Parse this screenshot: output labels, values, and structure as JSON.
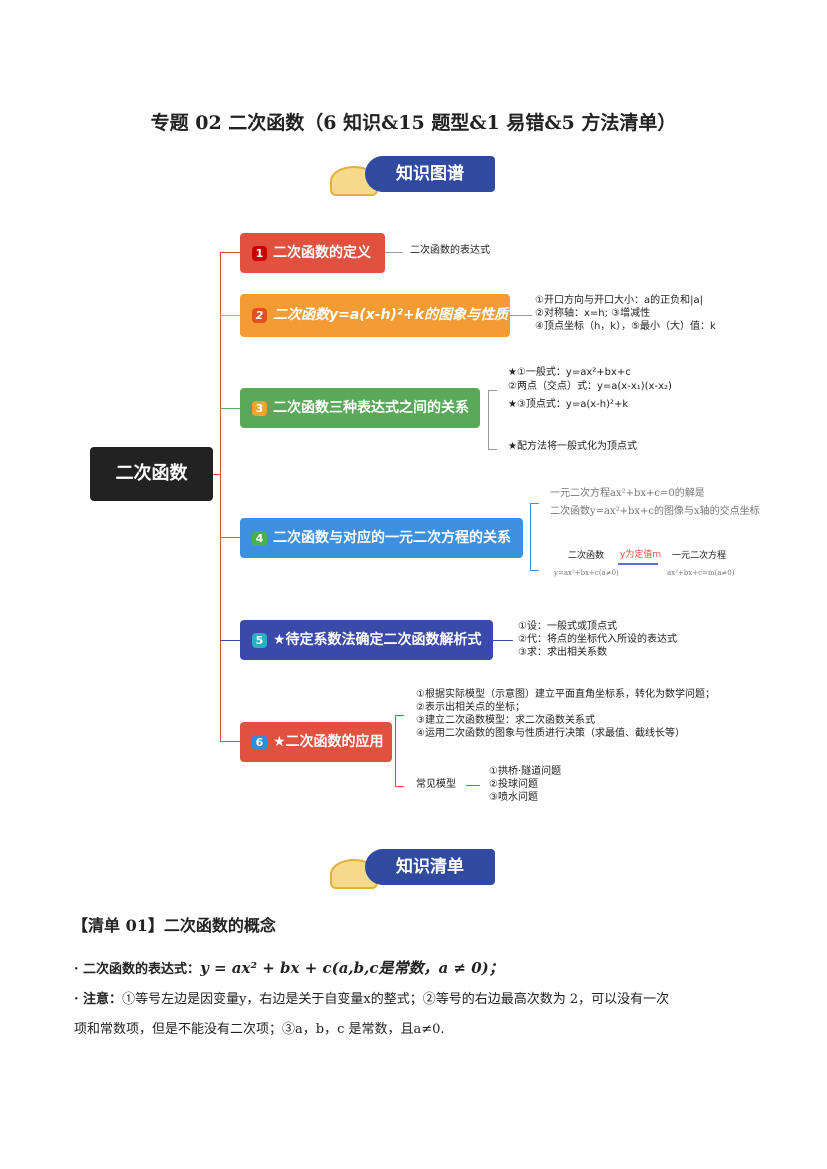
{
  "title": "专题 02  二次函数（6 知识&15 题型&1 易错&5 方法清单）",
  "banner1": "知识图谱",
  "banner2": "知识清单",
  "mindmap": {
    "center": "二次函数",
    "nodes": [
      {
        "num": "1",
        "label": "二次函数的定义",
        "details": [
          "二次函数的表达式"
        ]
      },
      {
        "num": "2",
        "label": "二次函数y=a(x-h)²+k的图象与性质",
        "details": [
          "①开口方向与开口大小：a的正负和|a|",
          "②对称轴：x=h; ③增减性",
          "④顶点坐标（h，k），⑤最小（大）值：k"
        ]
      },
      {
        "num": "3",
        "label": "二次函数三种表达式之间的关系",
        "details": [
          "★①一般式：y=ax²+bx+c",
          "②两点（交点）式：y=a(x-x₁)(x-x₂)",
          "★③顶点式：y=a(x-h)²+k",
          "★配方法将一般式化为顶点式"
        ]
      },
      {
        "num": "4",
        "label": "二次函数与对应的一元二次方程的关系",
        "details": [
          "一元二次方程ax²+bx+c=0的解是",
          "二次函数y=ax²+bx+c的图像与x轴的交点坐标"
        ],
        "diagram": {
          "left": "二次函数",
          "left_sub": "y=ax²+bx+c(a≠0)",
          "arrow": "y为定值m",
          "right": "一元二次方程",
          "right_sub": "ax²+bx+c=m(a≠0)"
        }
      },
      {
        "num": "5",
        "label": "★待定系数法确定二次函数解析式",
        "details": [
          "①设：一般式或顶点式",
          "②代：将点的坐标代入所设的表达式",
          "③求：求出相关系数"
        ]
      },
      {
        "num": "6",
        "label": "★二次函数的应用",
        "details": [
          "①根据实际模型（示意图）建立平面直角坐标系，转化为数学问题；",
          "②表示出相关点的坐标；",
          "③建立二次函数模型：求二次函数关系式",
          "④运用二次函数的图象与性质进行决策（求最值、截线长等）"
        ],
        "models_label": "常见模型",
        "models": [
          "①拱桥·隧道问题",
          "②投球问题",
          "③喷水问题"
        ]
      }
    ]
  },
  "section": {
    "heading": "【清单 01】二次函数的概念",
    "line1_label": "· 二次函数的表达式：",
    "line1_formula": "y = ax² + bx + c(a,b,c是常数，a ≠ 0)；",
    "line2_label": "· 注意：",
    "line2_text": "①等号左边是因变量y，右边是关于自变量x的整式；②等号的右边最高次数为 2，可以没有一次",
    "line3_text": "项和常数项，但是不能没有二次项；③a，b，c 是常数，且a≠0."
  }
}
